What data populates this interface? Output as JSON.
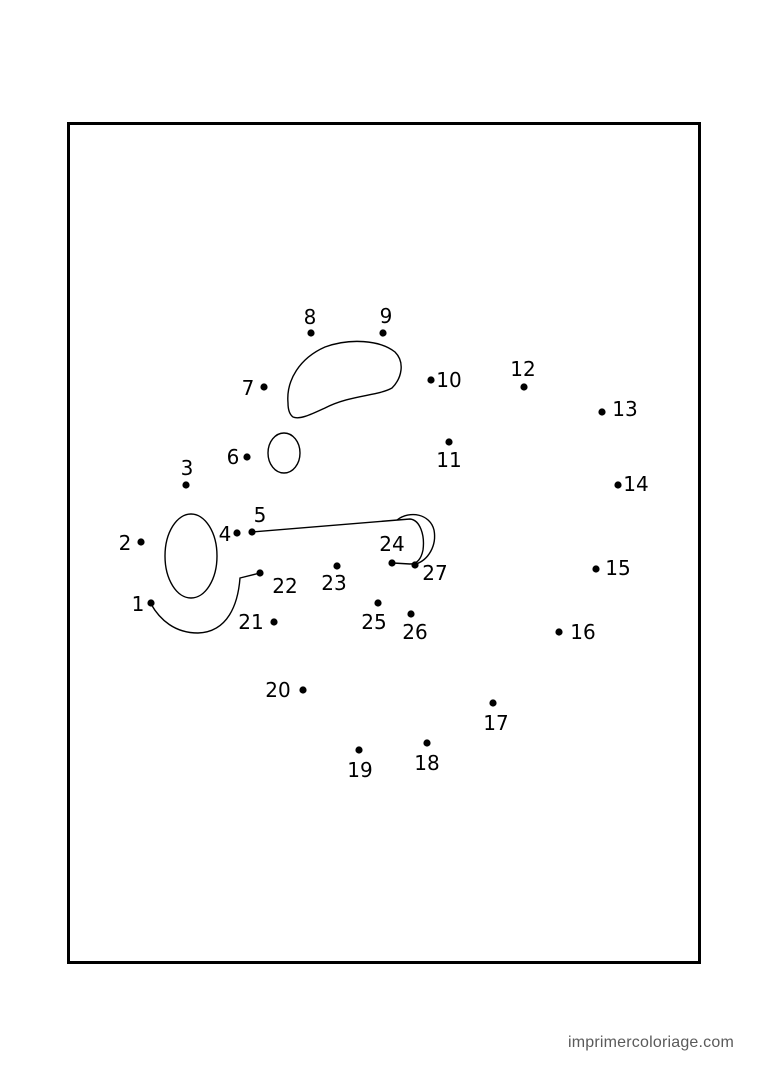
{
  "ink_color": "#000000",
  "paper_color": "#ffffff",
  "credit_color": "#5a5a5a",
  "worksheet": {
    "dot_labels": [
      "1",
      "2",
      "3",
      "4",
      "5",
      "6",
      "7",
      "8",
      "9",
      "10",
      "11",
      "12",
      "13",
      "14",
      "15",
      "16",
      "17",
      "18",
      "19",
      "20",
      "21",
      "22",
      "23",
      "24",
      "25",
      "26",
      "27"
    ]
  },
  "footer": {
    "site_credit": "imprimercoloriage.com"
  }
}
